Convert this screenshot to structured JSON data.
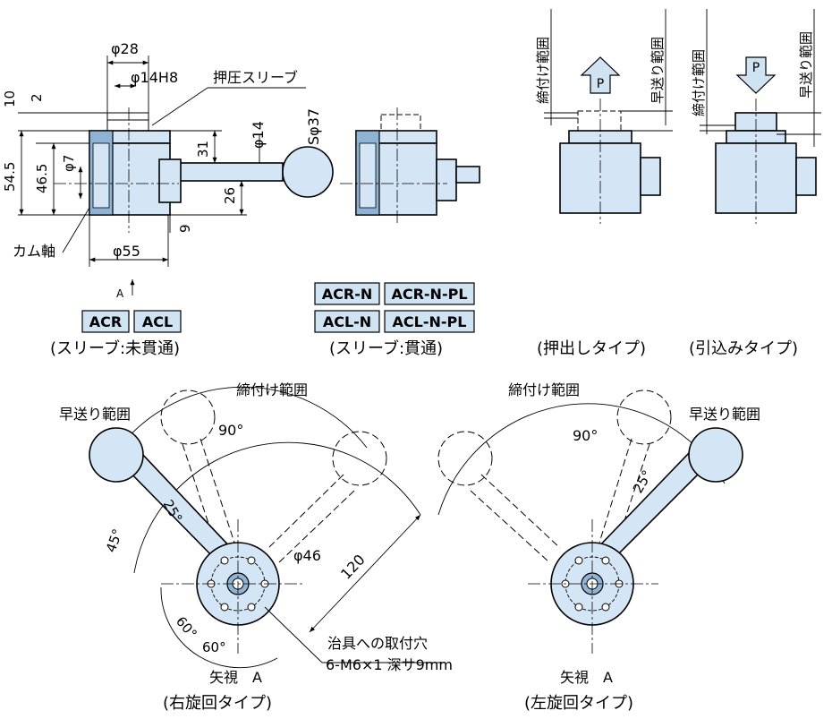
{
  "dims": {
    "d28": "φ28",
    "d14h8": "φ14H8",
    "sleeve": "押圧スリーブ",
    "d14": "φ14",
    "sd37": "Sφ37",
    "v10": "10",
    "v2": "2",
    "v545": "54.5",
    "v465": "46.5",
    "d7": "φ7",
    "v31": "31",
    "v26": "26",
    "v9": "9",
    "cam": "カム軸",
    "d55": "φ55",
    "a_mark": "A"
  },
  "models": {
    "acr": "ACR",
    "acl": "ACL",
    "acr_n": "ACR-N",
    "acr_n_pl": "ACR-N-PL",
    "acl_n": "ACL-N",
    "acl_n_pl": "ACL-N-PL",
    "sleeve_not_through": "(スリーブ:未貫通)",
    "sleeve_through": "(スリーブ:貫通)"
  },
  "types": {
    "push_out": "(押出しタイプ)",
    "pull_in": "(引込みタイプ)",
    "clamp_range": "締付け範囲",
    "fast_range": "早送り範囲",
    "p_label": "P"
  },
  "bottom": {
    "clamp_range": "締付け範囲",
    "fast_range": "早送り範囲",
    "a90": "90°",
    "a25": "25°",
    "a45": "45°",
    "a60a": "60°",
    "a60b": "60°",
    "d46": "φ46",
    "v120": "120",
    "mount1": "治具への取付穴",
    "mount2": "6-M6×1 深サ9mm",
    "view_a": "矢視　A",
    "right_turn": "(右旋回タイプ)",
    "left_turn": "(左旋回タイプ)"
  }
}
